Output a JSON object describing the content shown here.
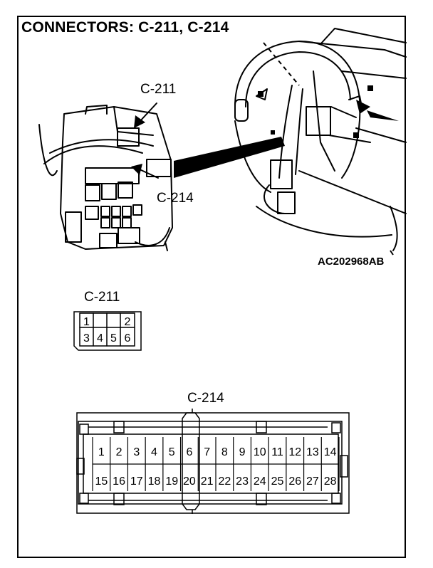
{
  "title": "CONNECTORS: C-211, C-214",
  "illustration": {
    "callout_c211": "C-211",
    "callout_c214": "C-214",
    "figure_code": "AC202968AB"
  },
  "connector_c211": {
    "label": "C-211",
    "top_pins": [
      "1",
      "2"
    ],
    "bottom_pins": [
      "3",
      "4",
      "5",
      "6"
    ]
  },
  "connector_c214": {
    "label": "C-214",
    "top_pins": [
      "1",
      "2",
      "3",
      "4",
      "5",
      "6",
      "7",
      "8",
      "9",
      "10",
      "11",
      "12",
      "13",
      "14"
    ],
    "bottom_pins": [
      "15",
      "16",
      "17",
      "18",
      "19",
      "20",
      "21",
      "22",
      "23",
      "24",
      "25",
      "26",
      "27",
      "28"
    ]
  }
}
